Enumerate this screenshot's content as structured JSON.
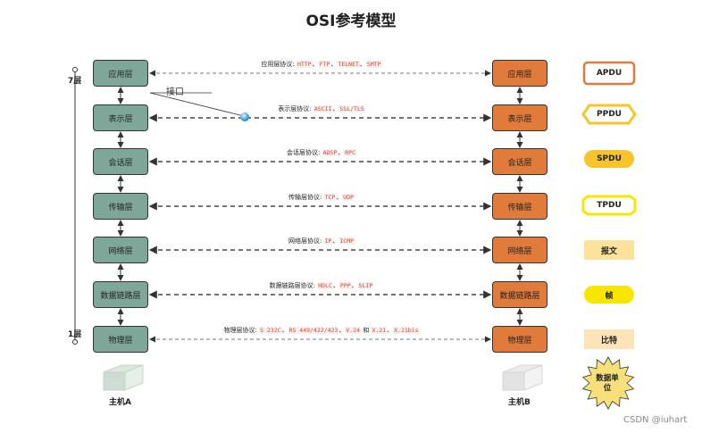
{
  "title": "OSI参考模型",
  "side_labels": {
    "top": "7层",
    "bottom": "1层"
  },
  "interface_label": "接口",
  "layers": [
    {
      "name": "应用层",
      "protocol_label": "应用层协议:",
      "protocols": [
        "HTTP",
        "FTP",
        "TELNET",
        "SMTP"
      ]
    },
    {
      "name": "表示层",
      "protocol_label": "表示层协议:",
      "protocols": [
        "ASCII",
        "SSL/TLS"
      ]
    },
    {
      "name": "会话层",
      "protocol_label": "会话层协议:",
      "protocols": [
        "ADSP",
        "RPC"
      ]
    },
    {
      "name": "传输层",
      "protocol_label": "传输层协议:",
      "protocols": [
        "TCP",
        "UDP"
      ]
    },
    {
      "name": "网络层",
      "protocol_label": "网络层协议:",
      "protocols": [
        "IP",
        "ICMP"
      ]
    },
    {
      "name": "数据链路层",
      "protocol_label": "数据链路层协议:",
      "protocols": [
        "HDLC",
        "PPP",
        "SLIP"
      ]
    },
    {
      "name": "物理层",
      "protocol_label": "物理层协议:",
      "protocols_text": [
        "S 232C",
        "RS 449/422/423",
        "V.24"
      ],
      "and_text": "和",
      "protocols_text2": [
        "X.21",
        "X.21bis"
      ]
    }
  ],
  "pdus": [
    "APDU",
    "PPDU",
    "SPDU",
    "TPDU",
    "报文",
    "帧",
    "比特",
    "数据单位"
  ],
  "hosts": {
    "left": "主机A",
    "right": "主机B"
  },
  "colors": {
    "left_box": "#7ea79a",
    "right_box": "#e07b3c",
    "apdu_border": "#e07b3c",
    "ppdu": "#f7c52b",
    "spdu": "#f7c52b",
    "tpdu_border": "#f7e600",
    "packet": "#fde29c",
    "frame": "#f7e600",
    "bit": "#fde4b6",
    "star": "#f7e07a"
  },
  "watermark": "CSDN @iuhart"
}
